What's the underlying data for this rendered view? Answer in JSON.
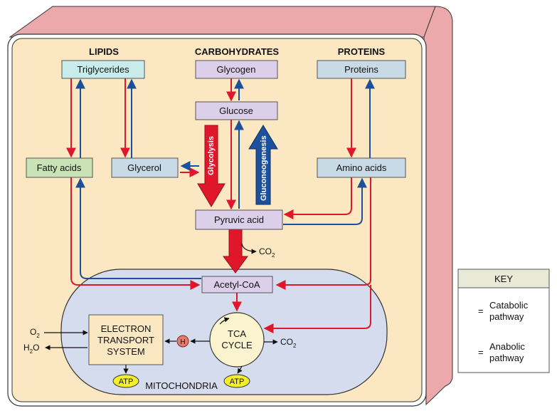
{
  "headers": {
    "lipids": "LIPIDS",
    "carbohydrates": "CARBOHYDRATES",
    "proteins": "PROTEINS"
  },
  "nodes": {
    "triglycerides": "Triglycerides",
    "glycogen": "Glycogen",
    "proteins": "Proteins",
    "glucose": "Glucose",
    "fatty_acids": "Fatty acids",
    "glycerol": "Glycerol",
    "amino_acids": "Amino acids",
    "pyruvic_acid": "Pyruvic acid",
    "acetyl_coa": "Acetyl-CoA",
    "tca_line1": "TCA",
    "tca_line2": "CYCLE",
    "ets_line1": "ELECTRON",
    "ets_line2": "TRANSPORT",
    "ets_line3": "SYSTEM",
    "mitochondria": "MITOCHONDRIA",
    "atp": "ATP",
    "h": "H",
    "co2": "CO",
    "co2_sub": "2",
    "o2": "O",
    "o2_sub": "2",
    "h2o_h": "H",
    "h2o_sub": "2",
    "h2o_o": "O"
  },
  "pathways": {
    "glycolysis": "Glycolysis",
    "gluconeogenesis": "Gluconeogenesis"
  },
  "key": {
    "title": "KEY",
    "equals": "=",
    "catabolic_line1": "Catabolic",
    "catabolic_line2": "pathway",
    "anabolic_line1": "Anabolic",
    "anabolic_line2": "pathway"
  },
  "colors": {
    "catabolic": "#e0162b",
    "anabolic": "#1c4f9c",
    "cell_bg": "#fbe8c2",
    "wall": "#eba9ab",
    "mito": "#d4dcee",
    "box_cyan": "#c8ecec",
    "box_purple": "#dccfe9",
    "box_green": "#c9e3b6",
    "box_blue": "#c9dae7",
    "atp": "#f3ee2e",
    "h_dot": "#e57a6f"
  }
}
